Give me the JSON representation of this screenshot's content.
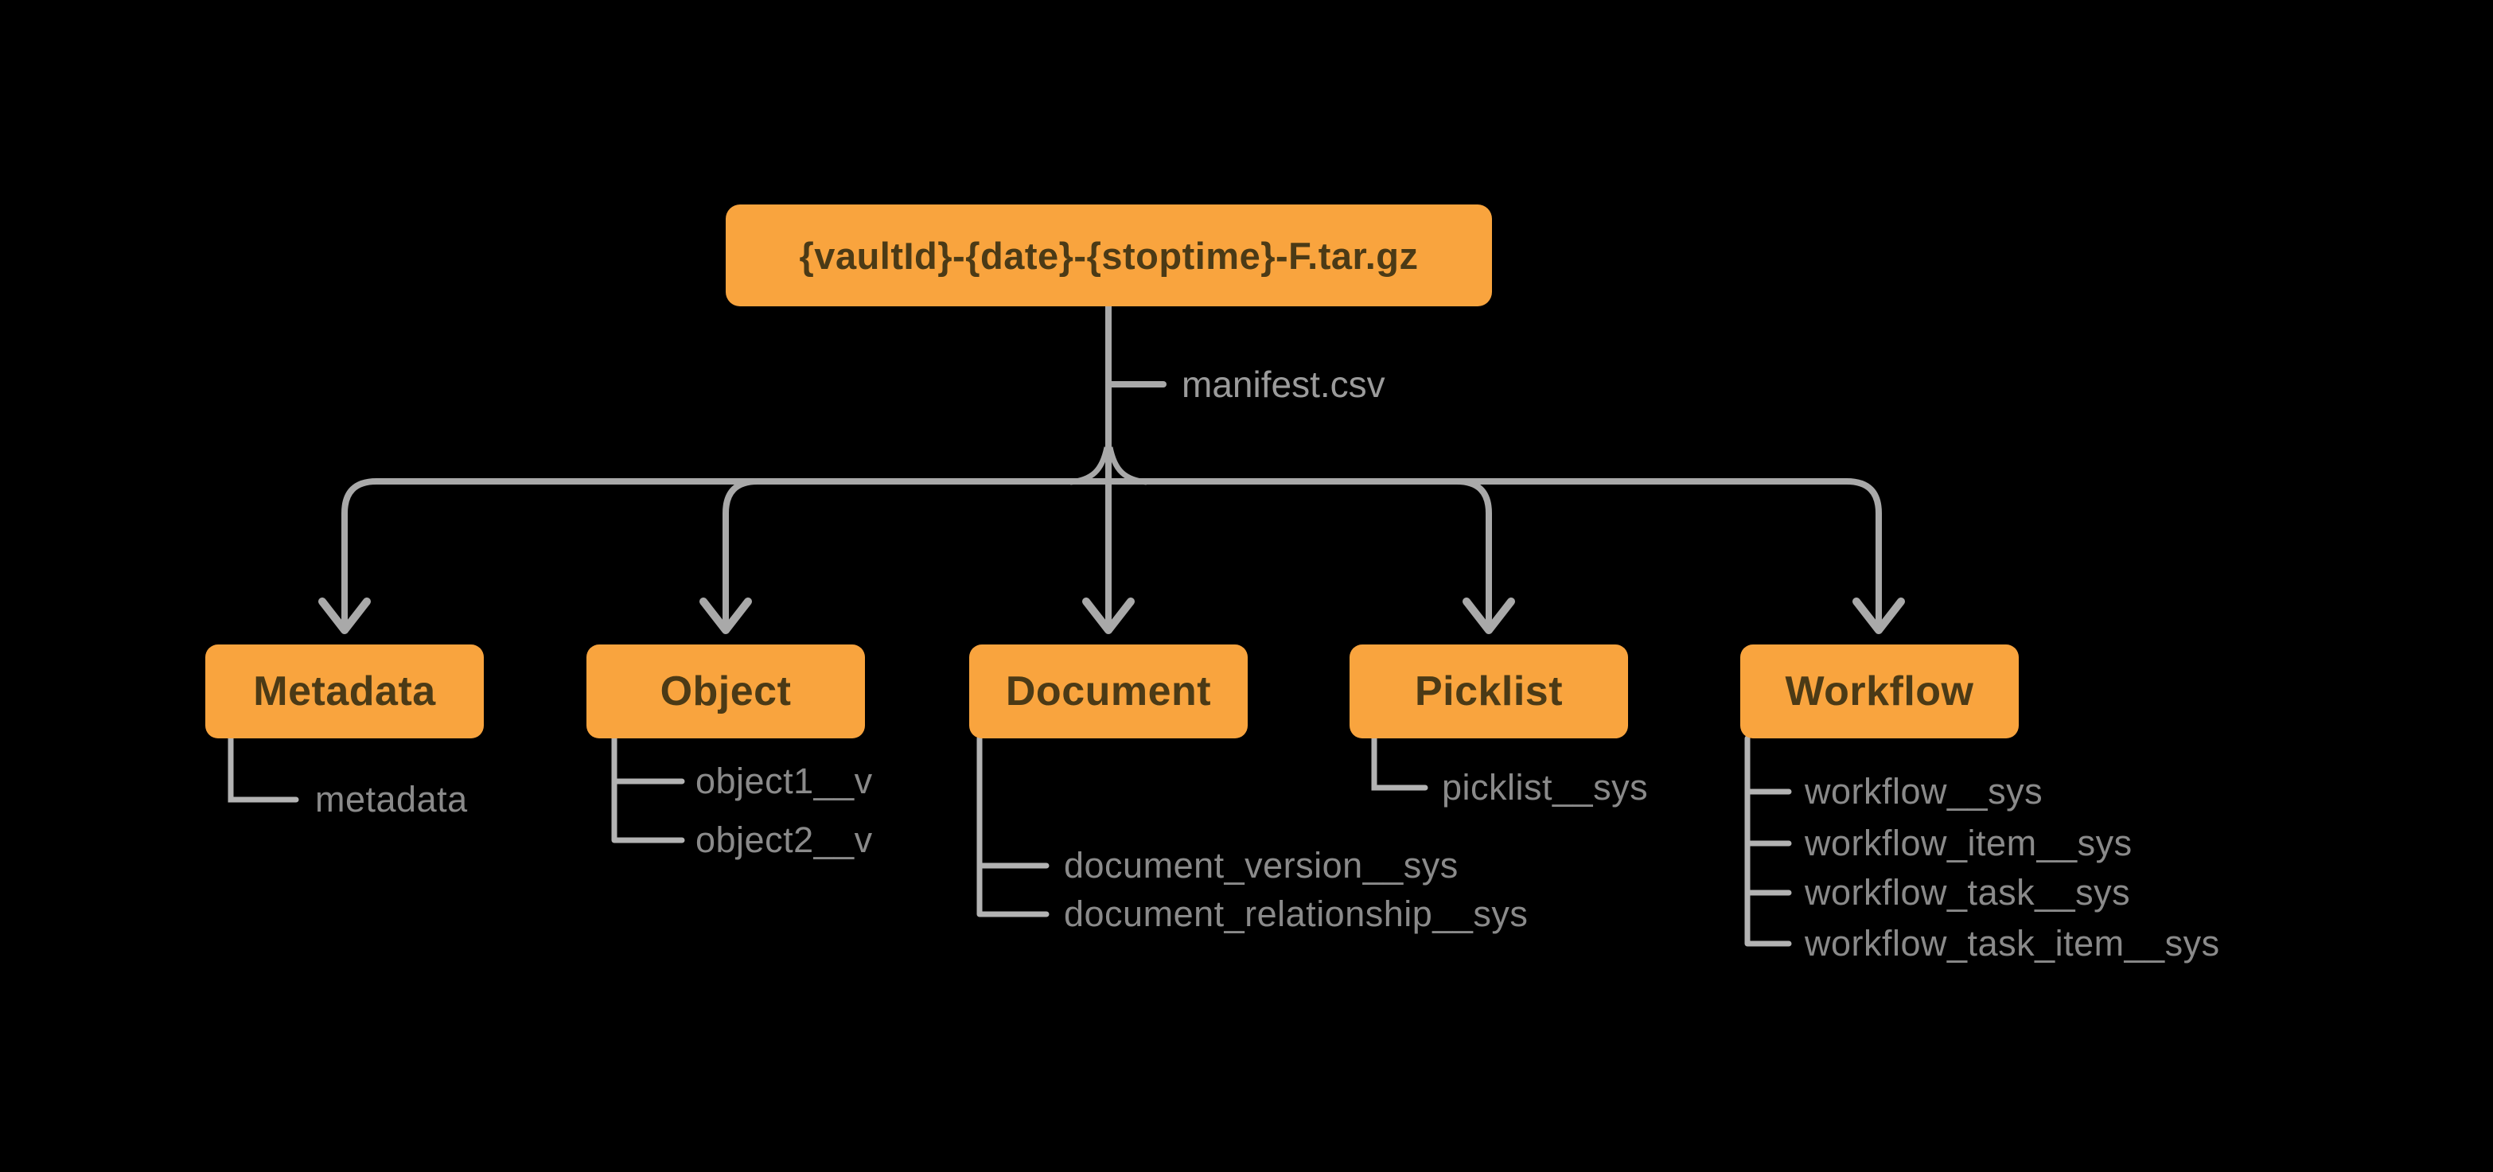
{
  "colors": {
    "background": "#000000",
    "node_fill": "#F9A43E",
    "node_text": "#4B3A16",
    "connector_gray": "#A9A9A9",
    "sub_connector_gray": "#B3B3B3",
    "item_text_gray": "#8A8A8A",
    "manifest_text_gray": "#9B9B9B"
  },
  "diagram": {
    "root": {
      "label": "{vaultId}-{date}-{stoptime}-F.tar.gz"
    },
    "manifest": {
      "label": "manifest.csv"
    },
    "children": [
      {
        "label": "Metadata",
        "items": [
          "metadata"
        ]
      },
      {
        "label": "Object",
        "items": [
          "object1__v",
          "object2__v"
        ]
      },
      {
        "label": "Document",
        "items": [
          "document_version__sys",
          "document_relationship__sys"
        ]
      },
      {
        "label": "Picklist",
        "items": [
          "picklist__sys"
        ]
      },
      {
        "label": "Workflow",
        "items": [
          "workflow__sys",
          "workflow_item__sys",
          "workflow_task__sys",
          "workflow_task_item__sys"
        ]
      }
    ]
  }
}
